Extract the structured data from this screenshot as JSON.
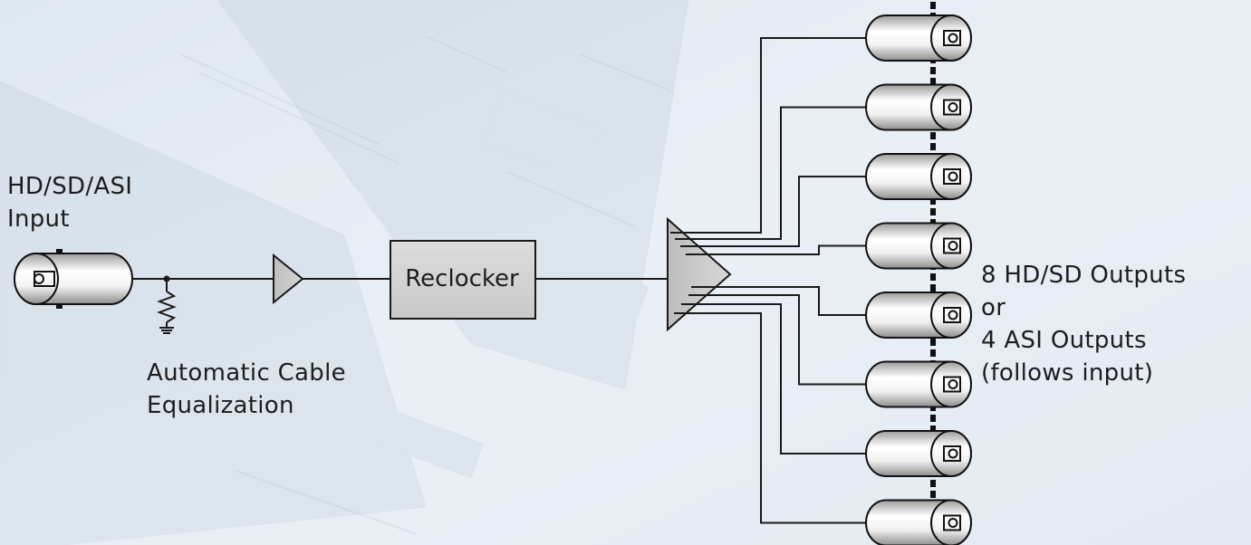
{
  "input": {
    "label_line1": "HD/SD/ASI",
    "label_line2": "Input"
  },
  "equalizer": {
    "label_line1": "Automatic Cable",
    "label_line2": "Equalization"
  },
  "reclocker": {
    "label": "Reclocker"
  },
  "outputs": {
    "label_line1": "8 HD/SD Outputs",
    "label_line2": "or",
    "label_line3": "4 ASI Outputs",
    "label_line4": "(follows input)",
    "count": 8
  },
  "colors": {
    "background": "#e7edf3",
    "line": "#1a1a1a",
    "block_fill": "#d3d3d3",
    "connector_light": "#ffffff",
    "connector_dark": "#9c9c9c",
    "amplifier_fill": "#c4c4c4"
  }
}
